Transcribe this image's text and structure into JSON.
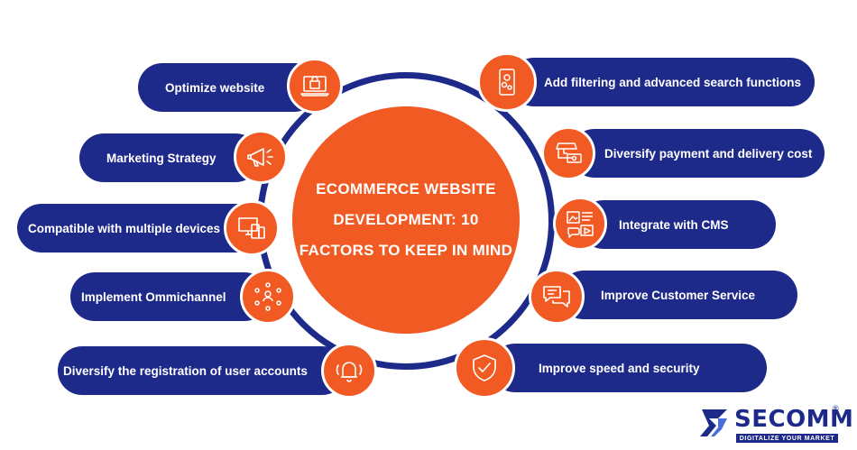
{
  "center": {
    "line1": "ECOMMERCE WEBSITE",
    "line2": "DEVELOPMENT: 10",
    "line3": "FACTORS TO KEEP IN MIND"
  },
  "factors_left": [
    {
      "label": "Optimize website",
      "icon": "laptop-bag-icon"
    },
    {
      "label": "Marketing Strategy",
      "icon": "megaphone-icon"
    },
    {
      "label": "Compatible with multiple devices",
      "icon": "devices-icon"
    },
    {
      "label": "Implement Ommichannel",
      "icon": "network-hub-icon"
    },
    {
      "label": "Diversify the registration of user accounts",
      "icon": "bell-icon"
    }
  ],
  "factors_right": [
    {
      "label": "Add filtering and advanced search functions",
      "icon": "phone-gears-icon"
    },
    {
      "label": "Diversify payment and delivery cost",
      "icon": "store-cash-icon"
    },
    {
      "label": "Integrate with CMS",
      "icon": "content-blocks-icon"
    },
    {
      "label": "Improve Customer Service",
      "icon": "chat-bubbles-icon"
    },
    {
      "label": "Improve speed and security",
      "icon": "shield-check-icon"
    }
  ],
  "logo": {
    "name": "SECOMM",
    "registered": "®",
    "tagline": "DIGITALIZE YOUR MARKET"
  },
  "colors": {
    "navy": "#1e2a8a",
    "orange": "#f15a22",
    "background": "#ffffff"
  }
}
